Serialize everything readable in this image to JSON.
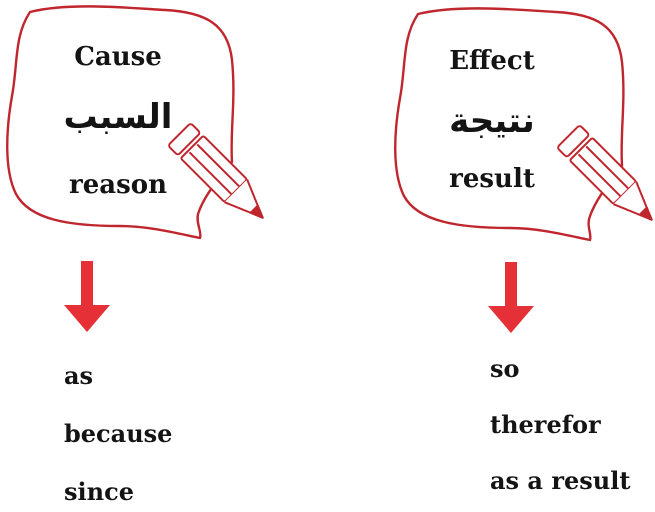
{
  "cause": {
    "title": "Cause",
    "arabic": "السبب",
    "english": "reason",
    "words": [
      "as",
      "because",
      "since"
    ]
  },
  "effect": {
    "title": "Effect",
    "arabic": "نتيجة",
    "english": "result",
    "words": [
      "so",
      "therefor",
      "as a result"
    ]
  },
  "colors": {
    "outline": "#c0262d",
    "arrow": "#e43036",
    "text": "#141414"
  }
}
